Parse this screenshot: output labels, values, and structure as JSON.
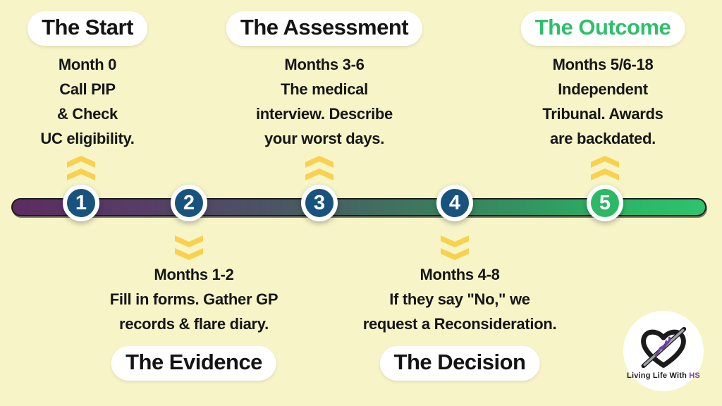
{
  "page": {
    "background_color": "#f7f5c8"
  },
  "timeline": {
    "bar_gradient": [
      "#5d2b62",
      "#4b5565",
      "#3e765e",
      "#2dc46d"
    ],
    "bar_outline_color": "#1d1d1d",
    "chevron_color": "#f9d14d",
    "node_color": "#18537f",
    "node_highlight_color": "#2bb966",
    "node_ring_color": "#ffffff"
  },
  "stages": [
    {
      "number": "1",
      "title": "The Start",
      "title_color": "#141414",
      "detail_position": "above",
      "lines": [
        "Month 0",
        "Call PIP",
        "& Check",
        "UC eligibility."
      ]
    },
    {
      "number": "2",
      "title": "The Evidence",
      "title_color": "#141414",
      "detail_position": "below",
      "lines": [
        "Months 1-2",
        "Fill in forms. Gather GP",
        "records & flare diary."
      ]
    },
    {
      "number": "3",
      "title": "The Assessment",
      "title_color": "#141414",
      "detail_position": "above",
      "lines": [
        "Months 3-6",
        "The medical",
        "interview. Describe",
        "your worst days."
      ]
    },
    {
      "number": "4",
      "title": "The Decision",
      "title_color": "#141414",
      "detail_position": "below",
      "lines": [
        "Months 4-8",
        "If they say \"No,\" we",
        "request a Reconsideration."
      ]
    },
    {
      "number": "5",
      "title": "The Outcome",
      "title_color": "#2fbf6c",
      "detail_position": "above",
      "lines": [
        "Months 5/6-18",
        "Independent",
        "Tribunal. Awards",
        "are backdated."
      ]
    }
  ],
  "logo": {
    "text": "Living Life With",
    "brand": "HS",
    "brand_color": "#7a3fa8"
  }
}
